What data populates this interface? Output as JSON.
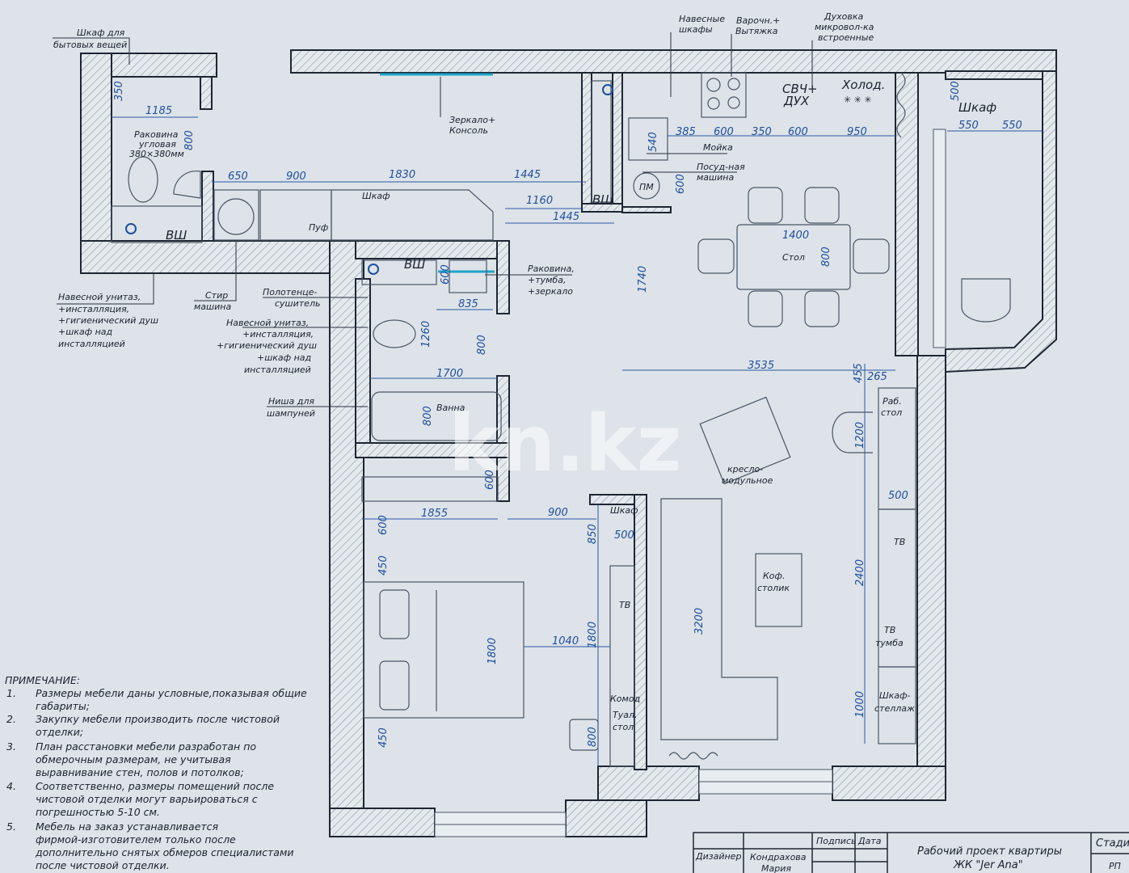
{
  "watermark": "kn.kz",
  "labels": {
    "wardrobe_household_1": "Шкаф для",
    "wardrobe_household_2": "бытовых вещей",
    "corner_sink_1": "Раковина",
    "corner_sink_2": "угловая",
    "corner_sink_3": "380×380мм",
    "mirror_1": "Зеркало+",
    "mirror_2": "Консоль",
    "wall_cabinets_1": "Навесные",
    "wall_cabinets_2": "шкафы",
    "hob_1": "Варочн.+",
    "hob_2": "Вытяжка",
    "oven_1": "Духовка",
    "oven_2": "микровол-ка",
    "oven_3": "встроенные",
    "mw_1": "СВЧ+",
    "mw_2": "ДУХ",
    "fridge": "Холод.",
    "balcony_wardrobe": "Шкаф",
    "sink": "Мойка",
    "dishwasher_1": "Посуд-ная",
    "dishwasher_2": "машина",
    "dishwasher_short": "ПМ",
    "vsh_kitchen": "ВШ",
    "vsh_laundry": "ВШ",
    "vsh_bath": "ВШ",
    "hall_wardrobe": "Шкаф",
    "pouf": "Пуф",
    "table": "Стол",
    "bath_sink_1": "Раковина,",
    "bath_sink_2": "+тумба,",
    "bath_sink_3": "+зеркало",
    "towel_1": "Полотенце-",
    "towel_2": "сушитель",
    "wc1_1": "Навесной унитаз,",
    "wc1_2": "+инсталляция,",
    "wc1_3": "+гигиенический душ",
    "wc1_4": "+шкаф над",
    "wc1_5": "инсталляцией",
    "washer_1": "Стир",
    "washer_2": "машина",
    "wc2_1": "Навесной унитаз,",
    "wc2_2": "+инсталляция,",
    "wc2_3": "+гигиенический душ",
    "wc2_4": "+шкаф над",
    "wc2_5": "инсталляцией",
    "niche_1": "Ниша для",
    "niche_2": "шампуней",
    "bathtub": "Ванна",
    "armchair_1": "кресло-",
    "armchair_2": "модульное",
    "desk_1": "Раб.",
    "desk_2": "стол",
    "bed_wardrobe": "Шкаф",
    "tv_bedroom": "ТВ",
    "coffee_1": "Коф.",
    "coffee_2": "столик",
    "tv_living": "ТВ",
    "tv_stand_1": "ТВ",
    "tv_stand_2": "тумба",
    "shelf_1": "Шкаф-",
    "shelf_2": "стеллаж",
    "dresser": "Комод",
    "vanity_1": "Туал.",
    "vanity_2": "стол"
  },
  "dimensions": [
    "350",
    "1185",
    "800",
    "650",
    "900",
    "1830",
    "1445",
    "1160",
    "1445",
    "385",
    "600",
    "350",
    "600",
    "950",
    "540",
    "600",
    "500",
    "550",
    "550",
    "1400",
    "800",
    "1740",
    "600",
    "835",
    "1260",
    "800",
    "1700",
    "3535",
    "455",
    "265",
    "1200",
    "800",
    "600",
    "1855",
    "900",
    "850",
    "500",
    "500",
    "600",
    "450",
    "3200",
    "2400",
    "1800",
    "1040",
    "1800",
    "1000",
    "450",
    "800"
  ],
  "notes": {
    "title": "ПРИМЕЧАНИЕ:",
    "items": [
      {
        "num": "1.",
        "lines": [
          "Размеры мебели даны условные,показывая общие",
          "габариты;"
        ]
      },
      {
        "num": "2.",
        "lines": [
          "Закупку мебели производить после чистовой",
          "отделки;"
        ]
      },
      {
        "num": "3.",
        "lines": [
          "План расстановки мебели разработан по",
          "обмерочным размерам, не учитывая",
          "выравнивание стен, полов и потолков;"
        ]
      },
      {
        "num": "4.",
        "lines": [
          "Соответственно, размеры помещений после",
          "чистовой отделки могут варьироваться с",
          "погрешностью 5-10 см."
        ]
      },
      {
        "num": "5.",
        "lines": [
          "Мебель на заказ устанавливается",
          "фирмой-изготовителем только после",
          "дополнительно снятых обмеров  специалистами",
          "после чистовой отделки."
        ]
      }
    ]
  },
  "title_block": {
    "signature": "Подпись",
    "date": "Дата",
    "role": "Дизайнер",
    "name_1": "Кондрахова",
    "name_2": "Мария",
    "project_1": "Рабочий проект квартиры",
    "project_2": "ЖК \"Jer Ana\"",
    "stage_header": "Стади",
    "stage": "РП"
  },
  "colors": {
    "dimension": "#1f4f9e",
    "wall": "#1e2633",
    "paper": "#dde3e8",
    "accent_line": "#1fa3c8"
  }
}
